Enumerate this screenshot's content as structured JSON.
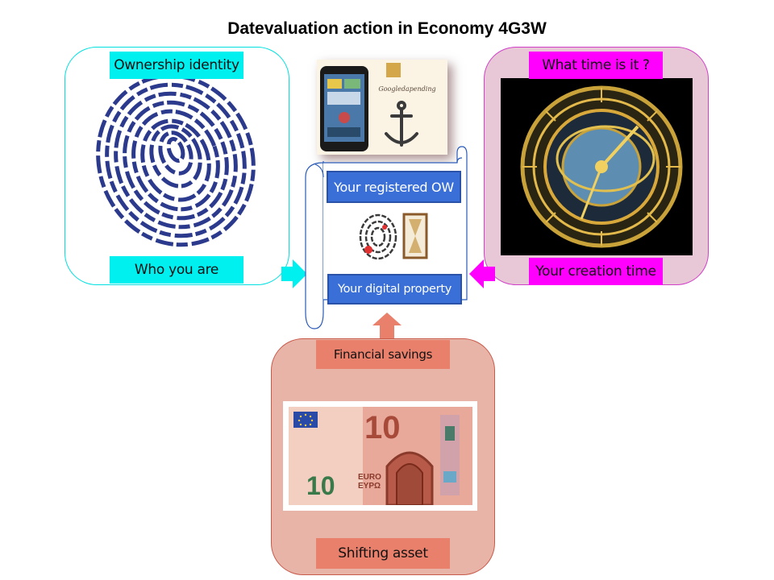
{
  "title": "Datevaluation action in Economy 4G3W",
  "left_panel": {
    "top_label": "Ownership identity",
    "bottom_label": "Who you are"
  },
  "right_panel": {
    "top_label": "What time is it ?",
    "bottom_label": "Your creation time"
  },
  "center_scroll": {
    "top_label": "Your registered OW",
    "bottom_label": "Your digital property"
  },
  "phone_card": {
    "brand_text": "Googledapending"
  },
  "bottom_panel": {
    "top_label": "Financial savings",
    "bottom_label": "Shifting asset"
  },
  "banknote": {
    "denomination": "10",
    "currency_text": "EURO ΕΥΡΩ"
  },
  "colors": {
    "cyan": "#00f0f0",
    "magenta": "#ff00ff",
    "salmon": "#e8806c",
    "pink_panel": "#e8c8d6",
    "rose_panel": "#e8b4a8",
    "blue_label": "#3a6fd8"
  }
}
